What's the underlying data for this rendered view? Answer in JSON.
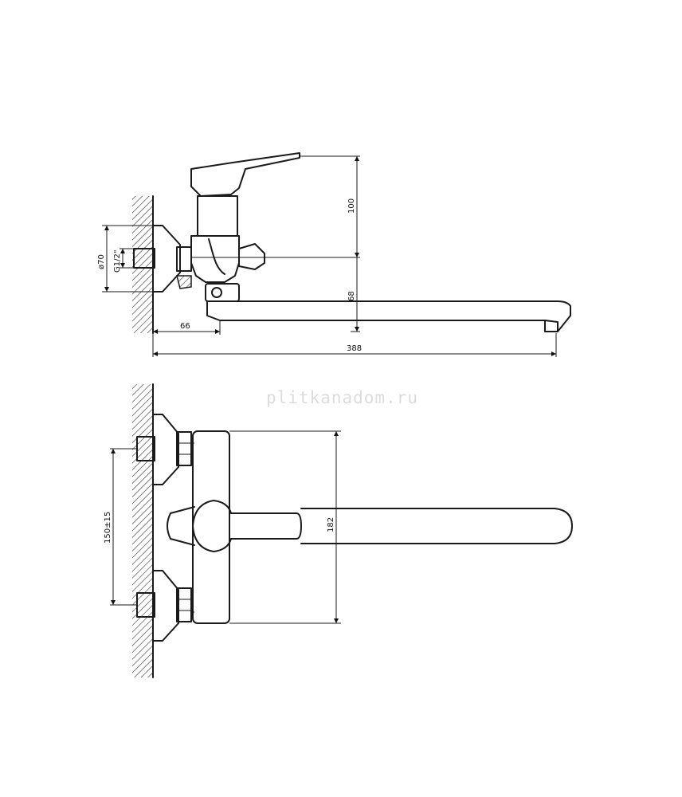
{
  "watermark": "plitkanadom.ru",
  "side_view": {
    "dim_spout_total": "388",
    "dim_wall_offset": "66",
    "dim_height_total": "100",
    "dim_spout_height": "68",
    "dim_escutcheon_diameter": "ø70",
    "dim_thread": "G1/2\""
  },
  "front_view": {
    "dim_center_distance": "150±15",
    "dim_body_height": "182"
  },
  "colors": {
    "line": "#1a1a1a",
    "background": "#ffffff",
    "watermark": "#dcdcdc"
  }
}
